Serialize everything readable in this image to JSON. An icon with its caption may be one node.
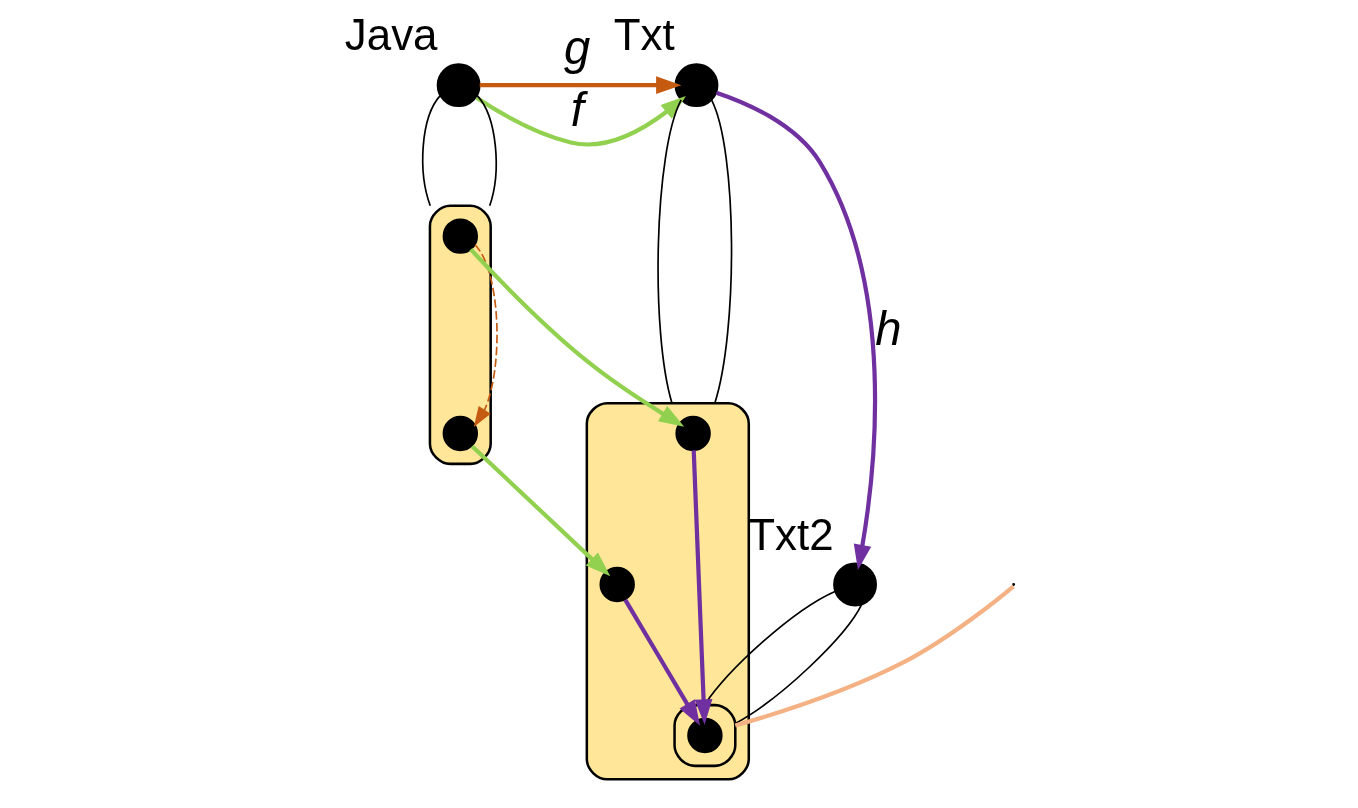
{
  "diagram": {
    "nodes": [
      {
        "text": [
          "Java"
        ]
      },
      {
        "text": [
          "Txt"
        ]
      },
      {
        "text": [
          "Txt2"
        ]
      },
      {
        "text": [],
        "shape": "ellipse"
      },
      {
        "text": [],
        "shape": "circle",
        "in": 3
      },
      {
        "text": [],
        "shape": "circle",
        "in": 3
      },
      {
        "text": [],
        "shape": "ellipse"
      },
      {
        "text": [],
        "shape": "circle",
        "in": 6
      },
      {
        "text": [],
        "shape": "circle",
        "in": 6
      },
      {
        "text": [],
        "shape": "ellipse",
        "in": 6
      },
      {
        "text": [],
        "shape": "circle",
        "in": 9
      }
    ],
    "edges": [
      {
        "from": 0,
        "to": 1,
        "arrow": "to",
        "label": "f",
        "color": "#92d050"
      },
      {
        "from": 0,
        "to": 1,
        "arrow": "to",
        "label": "g",
        "color": "#c55a11"
      },
      {
        "from": 1,
        "to": 2,
        "arrow": "to",
        "label": "h",
        "color": "#7030a0"
      },
      {
        "from": 0,
        "to": 3,
        "arrow": "none"
      },
      {
        "from": 0,
        "to": 3,
        "arrow": "none"
      },
      {
        "from": 1,
        "to": 6,
        "arrow": "none"
      },
      {
        "from": 1,
        "to": 6,
        "arrow": "none"
      },
      {
        "from": 2,
        "to": 9,
        "arrow": "none"
      },
      {
        "from": 2,
        "to": 9,
        "arrow": "none"
      },
      {
        "from": 4,
        "to": 7,
        "arrow": "to",
        "color": "#92d050"
      },
      {
        "from": 4,
        "to": 5,
        "arrow": "to",
        "color": "#c55a11",
        "style": "dashed"
      },
      {
        "from": 5,
        "to": 8,
        "arrow": "to",
        "color": "#92d050"
      },
      {
        "from": 7,
        "to": 10,
        "arrow": "to",
        "color": "#7030a0"
      },
      {
        "from": 8,
        "to": 10,
        "arrow": "to",
        "color": "#7030a0"
      },
      {
        "from": null,
        "to": 9,
        "arrow": "none",
        "color": "#f4b183"
      }
    ]
  }
}
